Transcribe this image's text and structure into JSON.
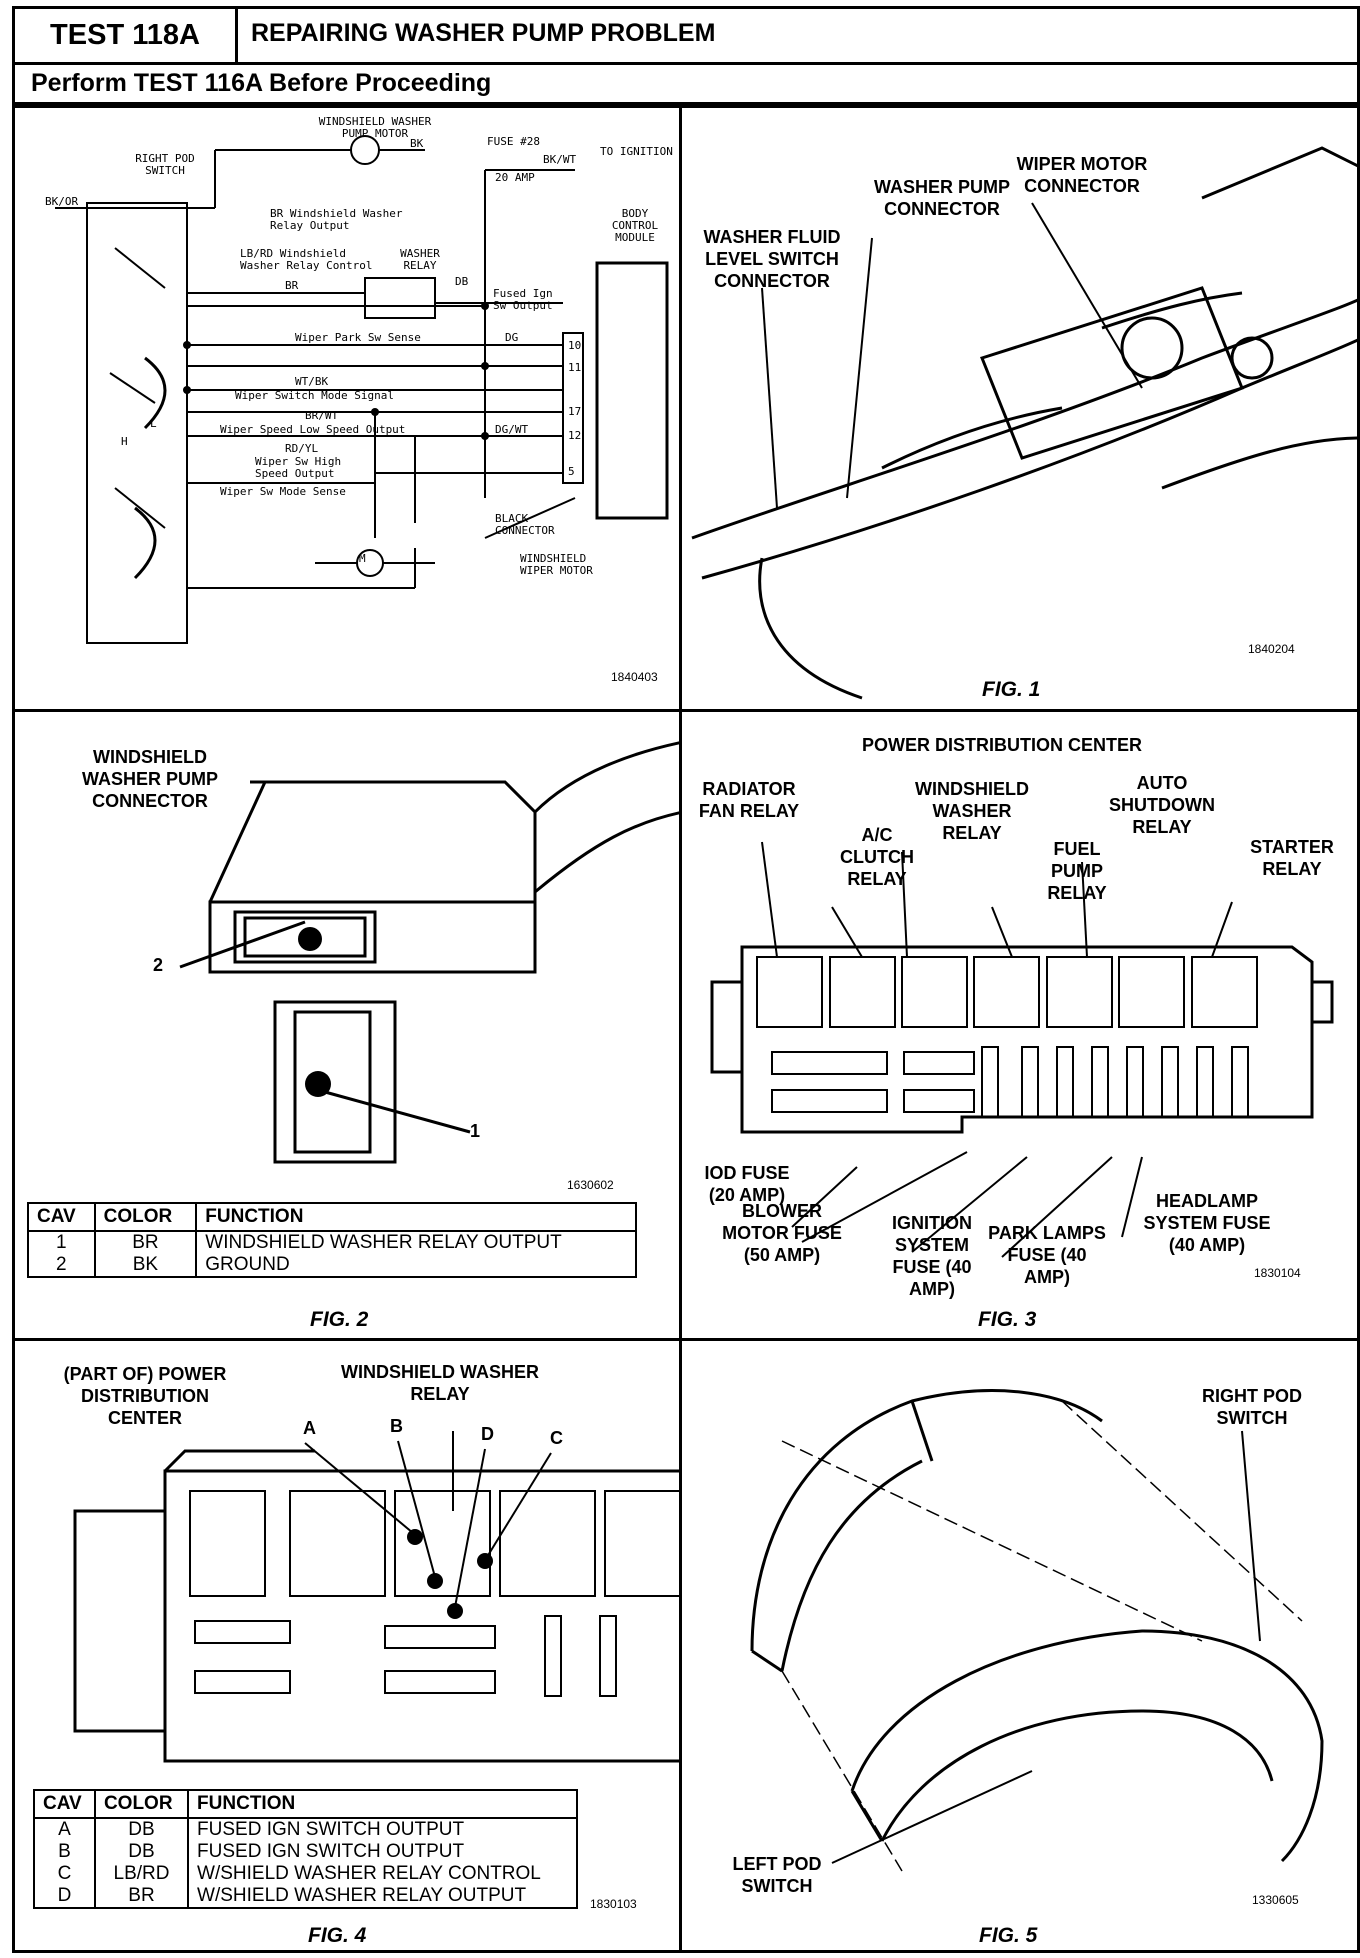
{
  "header": {
    "test_id": "TEST 118A",
    "title": "REPAIRING WASHER PUMP PROBLEM",
    "subtitle": "Perform TEST 116A Before Proceeding"
  },
  "schematic": {
    "labels": {
      "pump_motor": "WINDSHIELD WASHER PUMP MOTOR",
      "right_pod": "RIGHT POD SWITCH",
      "fuse": "FUSE #28",
      "fuse_amp": "20 AMP",
      "to_ignition": "TO IGNITION",
      "bkwt": "BK/WT",
      "bk": "BK",
      "bkor": "BK/OR",
      "br_relay_out": "BR Windshield Washer Relay Output",
      "lbrd": "LB/RD Windshield Washer Relay Control",
      "washer_relay": "WASHER RELAY",
      "db": "DB",
      "fused_ign": "Fused Ign Sw Output",
      "bcm": "BODY CONTROL MODULE",
      "br": "BR",
      "wiper_park": "Wiper Park Sw Sense",
      "dg": "DG",
      "wtbk": "WT/BK",
      "wiper_mode_signal": "Wiper Switch Mode Signal",
      "brwt": "BR/WT",
      "low_speed": "Wiper Speed Low Speed Output",
      "dgwt": "DG/WT",
      "rdyl": "RD/YL",
      "high_speed": "Wiper Sw High Speed Output",
      "mode_sense": "Wiper Sw Mode Sense",
      "black_conn": "BLACK CONNECTOR",
      "wiper_motor": "WINDSHIELD WIPER MOTOR",
      "pins": [
        "10",
        "11",
        "17",
        "12",
        "5"
      ],
      "h": "H",
      "l": "L",
      "m": "M"
    },
    "code": "1840403"
  },
  "fig1": {
    "labels": {
      "washer_fluid": "WASHER FLUID LEVEL SWITCH CONNECTOR",
      "washer_pump": "WASHER PUMP CONNECTOR",
      "wiper_motor": "WIPER MOTOR CONNECTOR"
    },
    "code": "1840204",
    "caption": "FIG. 1"
  },
  "fig2": {
    "title": "WINDSHIELD WASHER PUMP CONNECTOR",
    "callout_2": "2",
    "callout_1": "1",
    "code": "1630602",
    "table": {
      "headers": [
        "CAV",
        "COLOR",
        "FUNCTION"
      ],
      "rows": [
        [
          "1",
          "BR",
          "WINDSHIELD WASHER RELAY OUTPUT"
        ],
        [
          "2",
          "BK",
          "GROUND"
        ]
      ]
    },
    "caption": "FIG. 2"
  },
  "fig3": {
    "title": "POWER DISTRIBUTION CENTER",
    "labels": {
      "radiator": "RADIATOR FAN RELAY",
      "ac": "A/C CLUTCH RELAY",
      "washer": "WINDSHIELD WASHER RELAY",
      "fuel": "FUEL PUMP RELAY",
      "asd": "AUTO SHUTDOWN RELAY",
      "starter": "STARTER RELAY",
      "iod": "IOD FUSE (20 AMP)",
      "blower": "BLOWER MOTOR FUSE (50 AMP)",
      "ignition": "IGNITION SYSTEM FUSE (40 AMP)",
      "park": "PARK LAMPS FUSE (40 AMP)",
      "headlamp": "HEADLAMP SYSTEM FUSE (40 AMP)"
    },
    "code": "1830104",
    "caption": "FIG. 3"
  },
  "fig4": {
    "part_of": "(PART OF) POWER DISTRIBUTION CENTER",
    "relay": "WINDSHIELD WASHER RELAY",
    "pins": [
      "A",
      "B",
      "D",
      "C"
    ],
    "code": "1830103",
    "table": {
      "headers": [
        "CAV",
        "COLOR",
        "FUNCTION"
      ],
      "rows": [
        [
          "A",
          "DB",
          "FUSED IGN SWITCH OUTPUT"
        ],
        [
          "B",
          "DB",
          "FUSED IGN SWITCH OUTPUT"
        ],
        [
          "C",
          "LB/RD",
          "W/SHIELD WASHER RELAY CONTROL"
        ],
        [
          "D",
          "BR",
          "W/SHIELD WASHER RELAY OUTPUT"
        ]
      ]
    },
    "caption": "FIG. 4"
  },
  "fig5": {
    "right_pod": "RIGHT POD SWITCH",
    "left_pod": "LEFT POD SWITCH",
    "code": "1330605",
    "caption": "FIG. 5"
  }
}
